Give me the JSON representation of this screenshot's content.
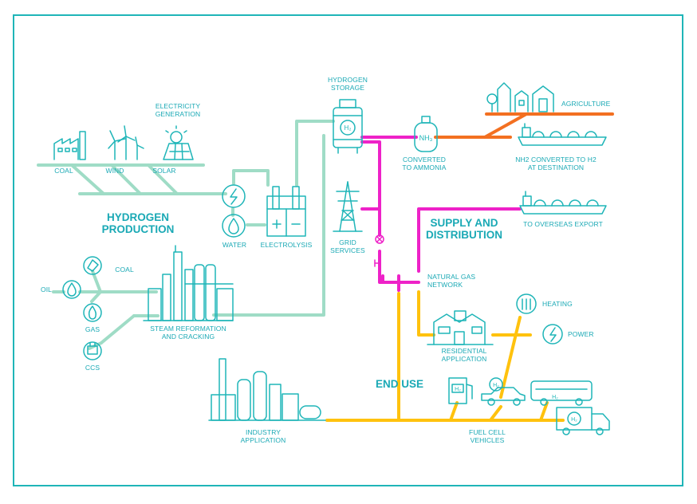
{
  "colors": {
    "teal": "#1fb5b8",
    "mint": "#9fdcc6",
    "magenta": "#ee22c8",
    "orange": "#f37021",
    "yellow": "#ffc20e"
  },
  "labels": {
    "electricity_generation": [
      "ELECTRICITY",
      "GENERATION"
    ],
    "coal_top": "COAL",
    "wind": "WIND",
    "solar": "SOLAR",
    "water": "WATER",
    "electrolysis": "ELECTROLYSIS",
    "hydrogen_production": [
      "HYDROGEN",
      "PRODUCTION"
    ],
    "hydrogen_storage": [
      "HYDROGEN",
      "STORAGE"
    ],
    "converted_ammonia": [
      "CONVERTED",
      "TO AMMONIA"
    ],
    "agriculture": "AGRICULTURE",
    "nh2_converted": [
      "NH2 CONVERTED TO H2",
      "AT DESTINATION"
    ],
    "supply_distribution": [
      "SUPPLY AND",
      "DISTRIBUTION"
    ],
    "overseas_export": "TO OVERSEAS EXPORT",
    "grid_services": [
      "GRID",
      "SERVICES"
    ],
    "natural_gas_network": [
      "NATURAL GAS",
      "NETWORK"
    ],
    "coal_left": "COAL",
    "oil": "OIL",
    "gas": "GAS",
    "ccs": "CCS",
    "steam_reformation": [
      "STEAM REFORMATION",
      "AND CRACKING"
    ],
    "heating": "HEATING",
    "power": "POWER",
    "residential": [
      "RESIDENTIAL",
      "APPLICATION"
    ],
    "end_use": "END USE",
    "industry": [
      "INDUSTRY",
      "APPLICATION"
    ],
    "fuel_cell": [
      "FUEL CELL",
      "VEHICLES"
    ]
  },
  "icon_text": {
    "h2": "H₂",
    "nh3": "NH₃"
  }
}
